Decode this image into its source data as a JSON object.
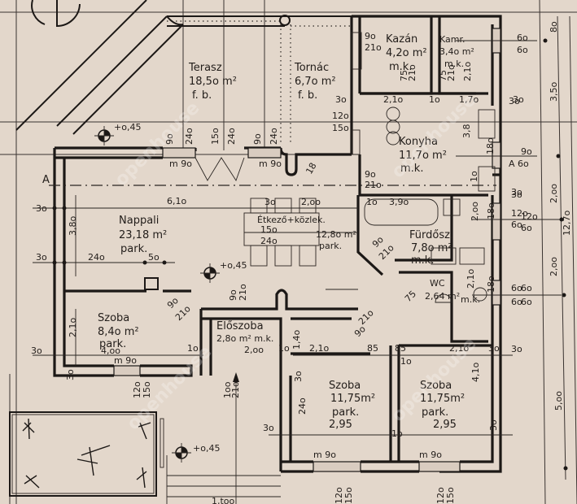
{
  "plan": {
    "rooms": [
      {
        "id": "terasz",
        "name": "Terasz",
        "area": "18,5o m²",
        "floor": "f. b."
      },
      {
        "id": "tornac",
        "name": "Tornác",
        "area": "6,7o m²",
        "floor": "f. b."
      },
      {
        "id": "kazan",
        "name": "Kazán",
        "area": "4,2o m²",
        "floor": "m.k."
      },
      {
        "id": "kamra",
        "name": "Kamr.",
        "area": "3,4o m²",
        "floor": "m.k."
      },
      {
        "id": "konyha",
        "name": "Konyha",
        "area": "11,7o m²",
        "floor": "m.k."
      },
      {
        "id": "nappali",
        "name": "Nappali",
        "area": "23,18 m²",
        "floor": "park."
      },
      {
        "id": "etkezo",
        "name": "Étkező+közlek.",
        "area": "12,8o m²",
        "floor": "park."
      },
      {
        "id": "furdo",
        "name": "Fürdősz.",
        "area": "7,8o m²",
        "floor": "m.k."
      },
      {
        "id": "wc",
        "name": "WC",
        "area": "2,64 m²",
        "floor": "m.k."
      },
      {
        "id": "szoba1",
        "name": "Szoba",
        "area": "8,4o m²",
        "floor": "park.",
        "extra": "4,oo"
      },
      {
        "id": "eloszoba",
        "name": "Előszoba",
        "area": "2,8o m² m.k.",
        "floor": "",
        "extra": "2,oo"
      },
      {
        "id": "szoba2",
        "name": "Szoba",
        "area": "11,75m²",
        "floor": "park.",
        "extra": "2,95"
      },
      {
        "id": "szoba3",
        "name": "Szoba",
        "area": "11,75m²",
        "floor": "park.",
        "extra": "2,95"
      }
    ],
    "levels": [
      "+o,45",
      "+o,45",
      "+o,45"
    ],
    "section_marker": "A",
    "section_marker_right": "A 6o",
    "dimensions": {
      "top": [
        "9o",
        "24o",
        "15o",
        "24o",
        "9o",
        "24o"
      ],
      "window_m": [
        "m 9o",
        "m 9o",
        "m 9o",
        "m 9o",
        "m 9o"
      ],
      "nappali": [
        "3o",
        "6,1o",
        "3,8o",
        "3o",
        "24o",
        "5o"
      ],
      "etkezo": [
        "3o",
        "2,oo",
        "15o",
        "24o",
        "18"
      ],
      "kazan": [
        "9o",
        "21o",
        "75",
        "21o",
        "1,7o",
        "2,1o",
        "1o",
        "3o"
      ],
      "kamra": [
        "75",
        "21o",
        "2,1o"
      ],
      "konyha": [
        "3,8",
        "3o",
        "12o",
        "15o",
        "9o",
        "21o",
        "1o",
        "18o"
      ],
      "furdo": [
        "1o",
        "3,9o",
        "2,oo",
        "18o",
        "3o",
        "12o",
        "6o",
        "9o",
        "21o"
      ],
      "wc": [
        "75",
        "2,1o",
        "18o",
        "6o",
        "6o"
      ],
      "szoba1": [
        "2,1o",
        "3o",
        "1o",
        "9o",
        "21o",
        "3o",
        "12o",
        "15o"
      ],
      "eloszoba": [
        "9o",
        "21o",
        "1o",
        "1,4o",
        "2,1o",
        "1oo",
        "21o"
      ],
      "szoba_lower": [
        "9o",
        "21o",
        "85",
        "85",
        "2,1o",
        "1o",
        "3o",
        "4,1o",
        "3o",
        "24o",
        "3o",
        "1o"
      ],
      "bottom": [
        "12o",
        "15o",
        "12o",
        "15o",
        "3o"
      ],
      "right_side": [
        "8o",
        "6o",
        "6o",
        "3o",
        "3,5o",
        "9o",
        "2,oo",
        "3o",
        "12o",
        "6o",
        "2,oo",
        "12,7o",
        "6o",
        "6o",
        "3o",
        "5,oo"
      ],
      "stair_bottom": "1,too"
    },
    "watermark": "openhouse"
  }
}
